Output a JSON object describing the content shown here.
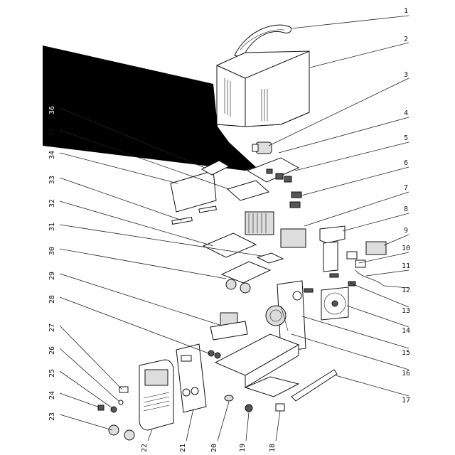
{
  "diagram": {
    "kind": "exploded-parts-view",
    "callouts": [
      "1",
      "2",
      "3",
      "4",
      "5",
      "6",
      "7",
      "8",
      "9",
      "10",
      "11",
      "12",
      "13",
      "14",
      "15",
      "16",
      "17",
      "18",
      "19",
      "20",
      "21",
      "22",
      "23",
      "24",
      "25",
      "26",
      "27",
      "28",
      "29",
      "30",
      "31",
      "32",
      "33",
      "34",
      "35",
      "36"
    ]
  },
  "colors": {
    "background": "#ffffff",
    "ink": "#111111",
    "shadow": "#000000"
  }
}
